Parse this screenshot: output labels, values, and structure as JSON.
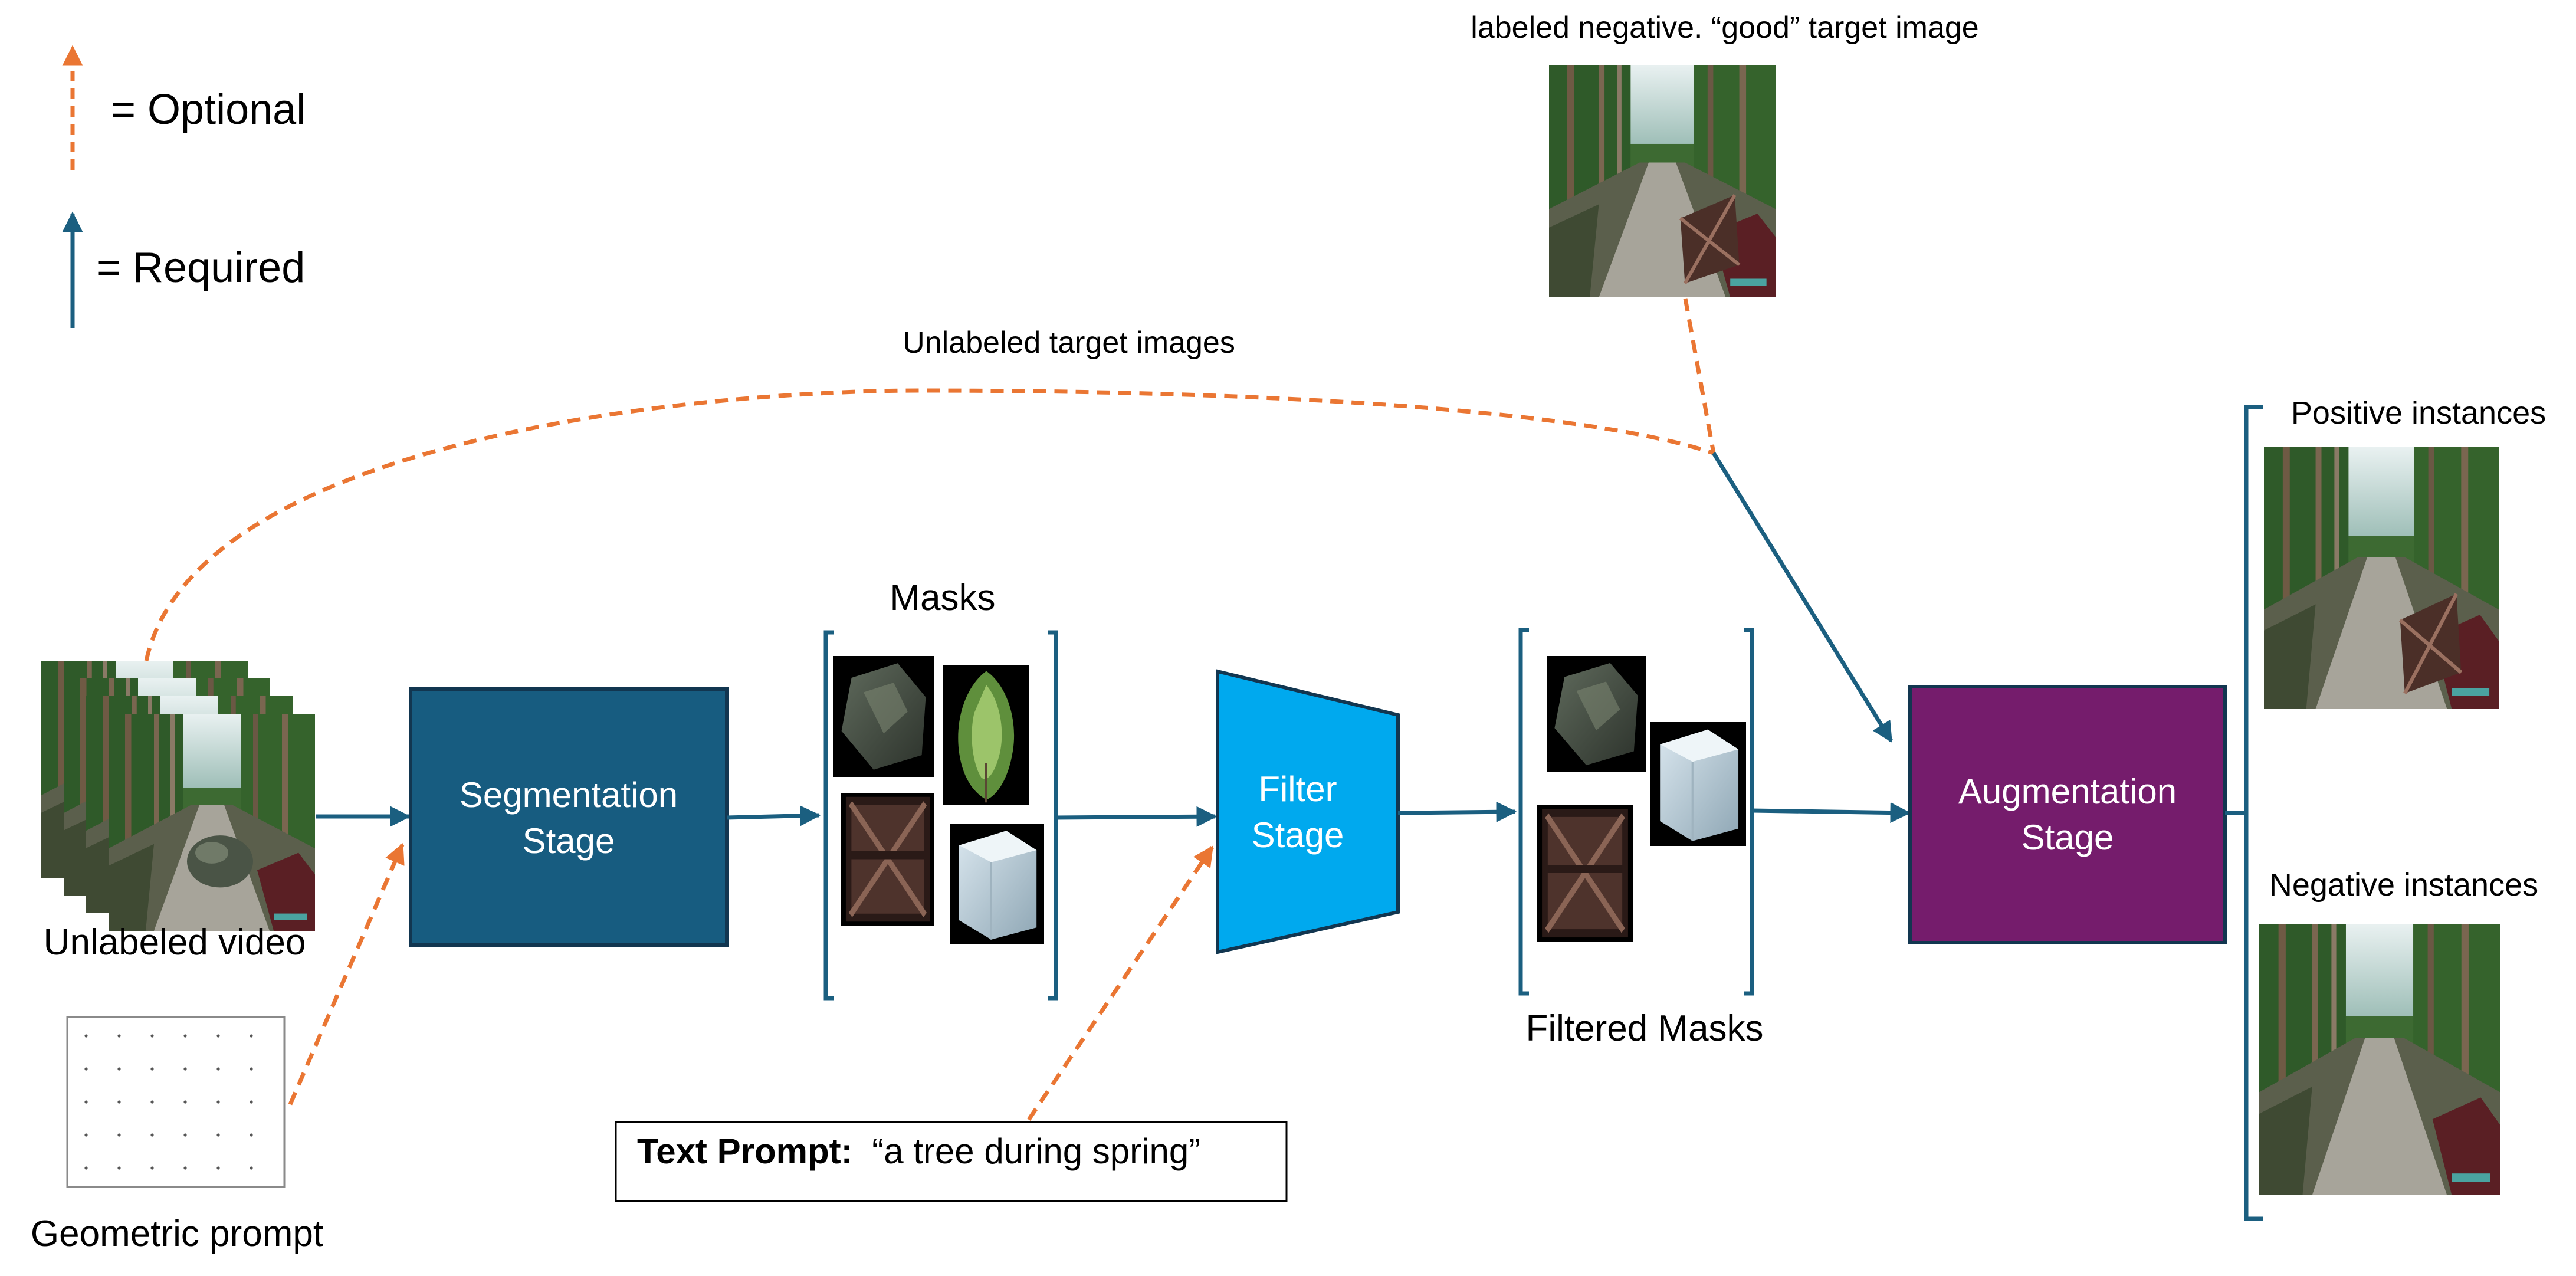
{
  "legend": {
    "optional_label": "= Optional",
    "required_label": "= Required"
  },
  "colors": {
    "required": "#1b5f80",
    "optional": "#ea7633",
    "segmentation": "#175c80",
    "filter": "#00a9ee",
    "augmentation": "#751c6c",
    "border": "#123650"
  },
  "inputs": {
    "video_label": "Unlabeled video",
    "geometric_label": "Geometric prompt",
    "text_prompt_bold": "Text Prompt:",
    "text_prompt_value": "“a tree during spring”"
  },
  "stages": {
    "segmentation": [
      "Segmentation",
      "Stage"
    ],
    "filter": [
      "Filter",
      "Stage"
    ],
    "augmentation": [
      "Augmentation",
      "Stage"
    ]
  },
  "groups": {
    "masks_label": "Masks",
    "filtered_label": "Filtered Masks"
  },
  "top": {
    "unlabeled_targets": "Unlabeled target images",
    "negative_target": "labeled negative. “good” target image"
  },
  "outputs": {
    "positive_label": "Positive instances",
    "negative_label": "Negative instances"
  },
  "icons": {
    "rock": "rock-mask-icon",
    "tree": "tree-mask-icon",
    "crate": "crate-mask-icon",
    "block": "concrete-block-mask-icon",
    "forest": "forest-scene-image"
  }
}
